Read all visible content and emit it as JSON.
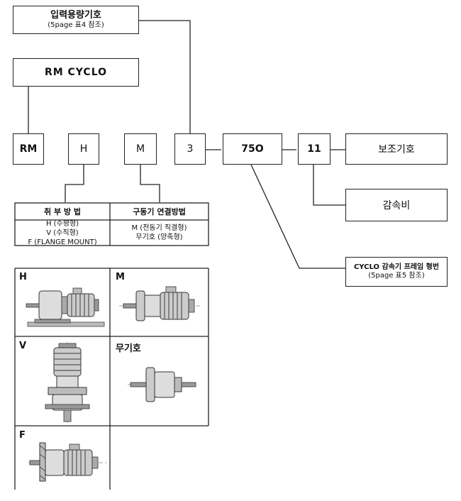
{
  "input_capacity": {
    "title": "입력용량기호",
    "note": "(5page 표4 참조)"
  },
  "series_box": "RM CYCLO",
  "code": {
    "rm": "RM",
    "h": "H",
    "m": "M",
    "cap": "3",
    "frame": "75O",
    "ratio": "11",
    "aux": "보조기호"
  },
  "reduction_ratio": "감속비",
  "frame_number": {
    "title": "CYCLO 감속기 프레임 형번",
    "note": "(5page 표5 참조)"
  },
  "table": {
    "col1_header": "취 부 방 법",
    "col2_header": "구동기 연결방법",
    "col1_lines": [
      "H (수평형)",
      "V (수직형)",
      "F (FLANGE MOUNT)"
    ],
    "col2_lines": [
      "M (전동기 직결형)",
      "무기호 (양축형)"
    ]
  },
  "images": {
    "h": "H",
    "m": "M",
    "v": "V",
    "none": "무기호",
    "f": "F"
  }
}
